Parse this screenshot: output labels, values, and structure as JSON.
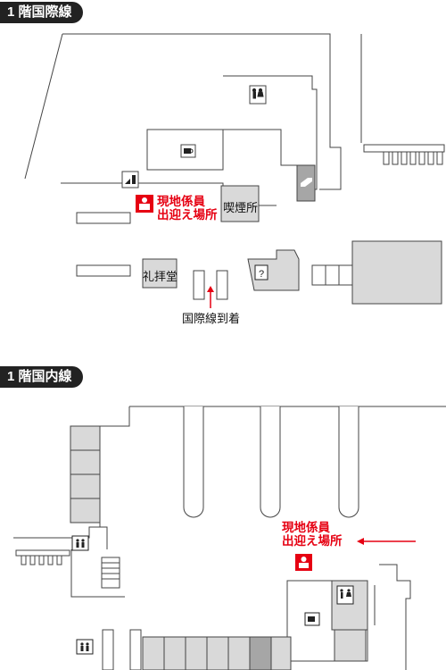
{
  "international": {
    "header": "1 階国際線",
    "smoking_label": "喫煙所",
    "prayer_label": "礼拝堂",
    "staff_label_line1": "現地係員",
    "staff_label_line2": "出迎え場所",
    "arrival_label": "国際線到着"
  },
  "domestic": {
    "header": "1 階国内線",
    "staff_label_line1": "現地係員",
    "staff_label_line2": "出迎え場所"
  },
  "colors": {
    "accent": "#e60012",
    "line": "#444444",
    "fill": "#d9d9d9",
    "dark_fill": "#a6a6a6"
  },
  "icons": [
    "restroom-icon",
    "cafe-icon",
    "elevator-icon",
    "information-icon",
    "person-icon",
    "escalator-icon"
  ]
}
